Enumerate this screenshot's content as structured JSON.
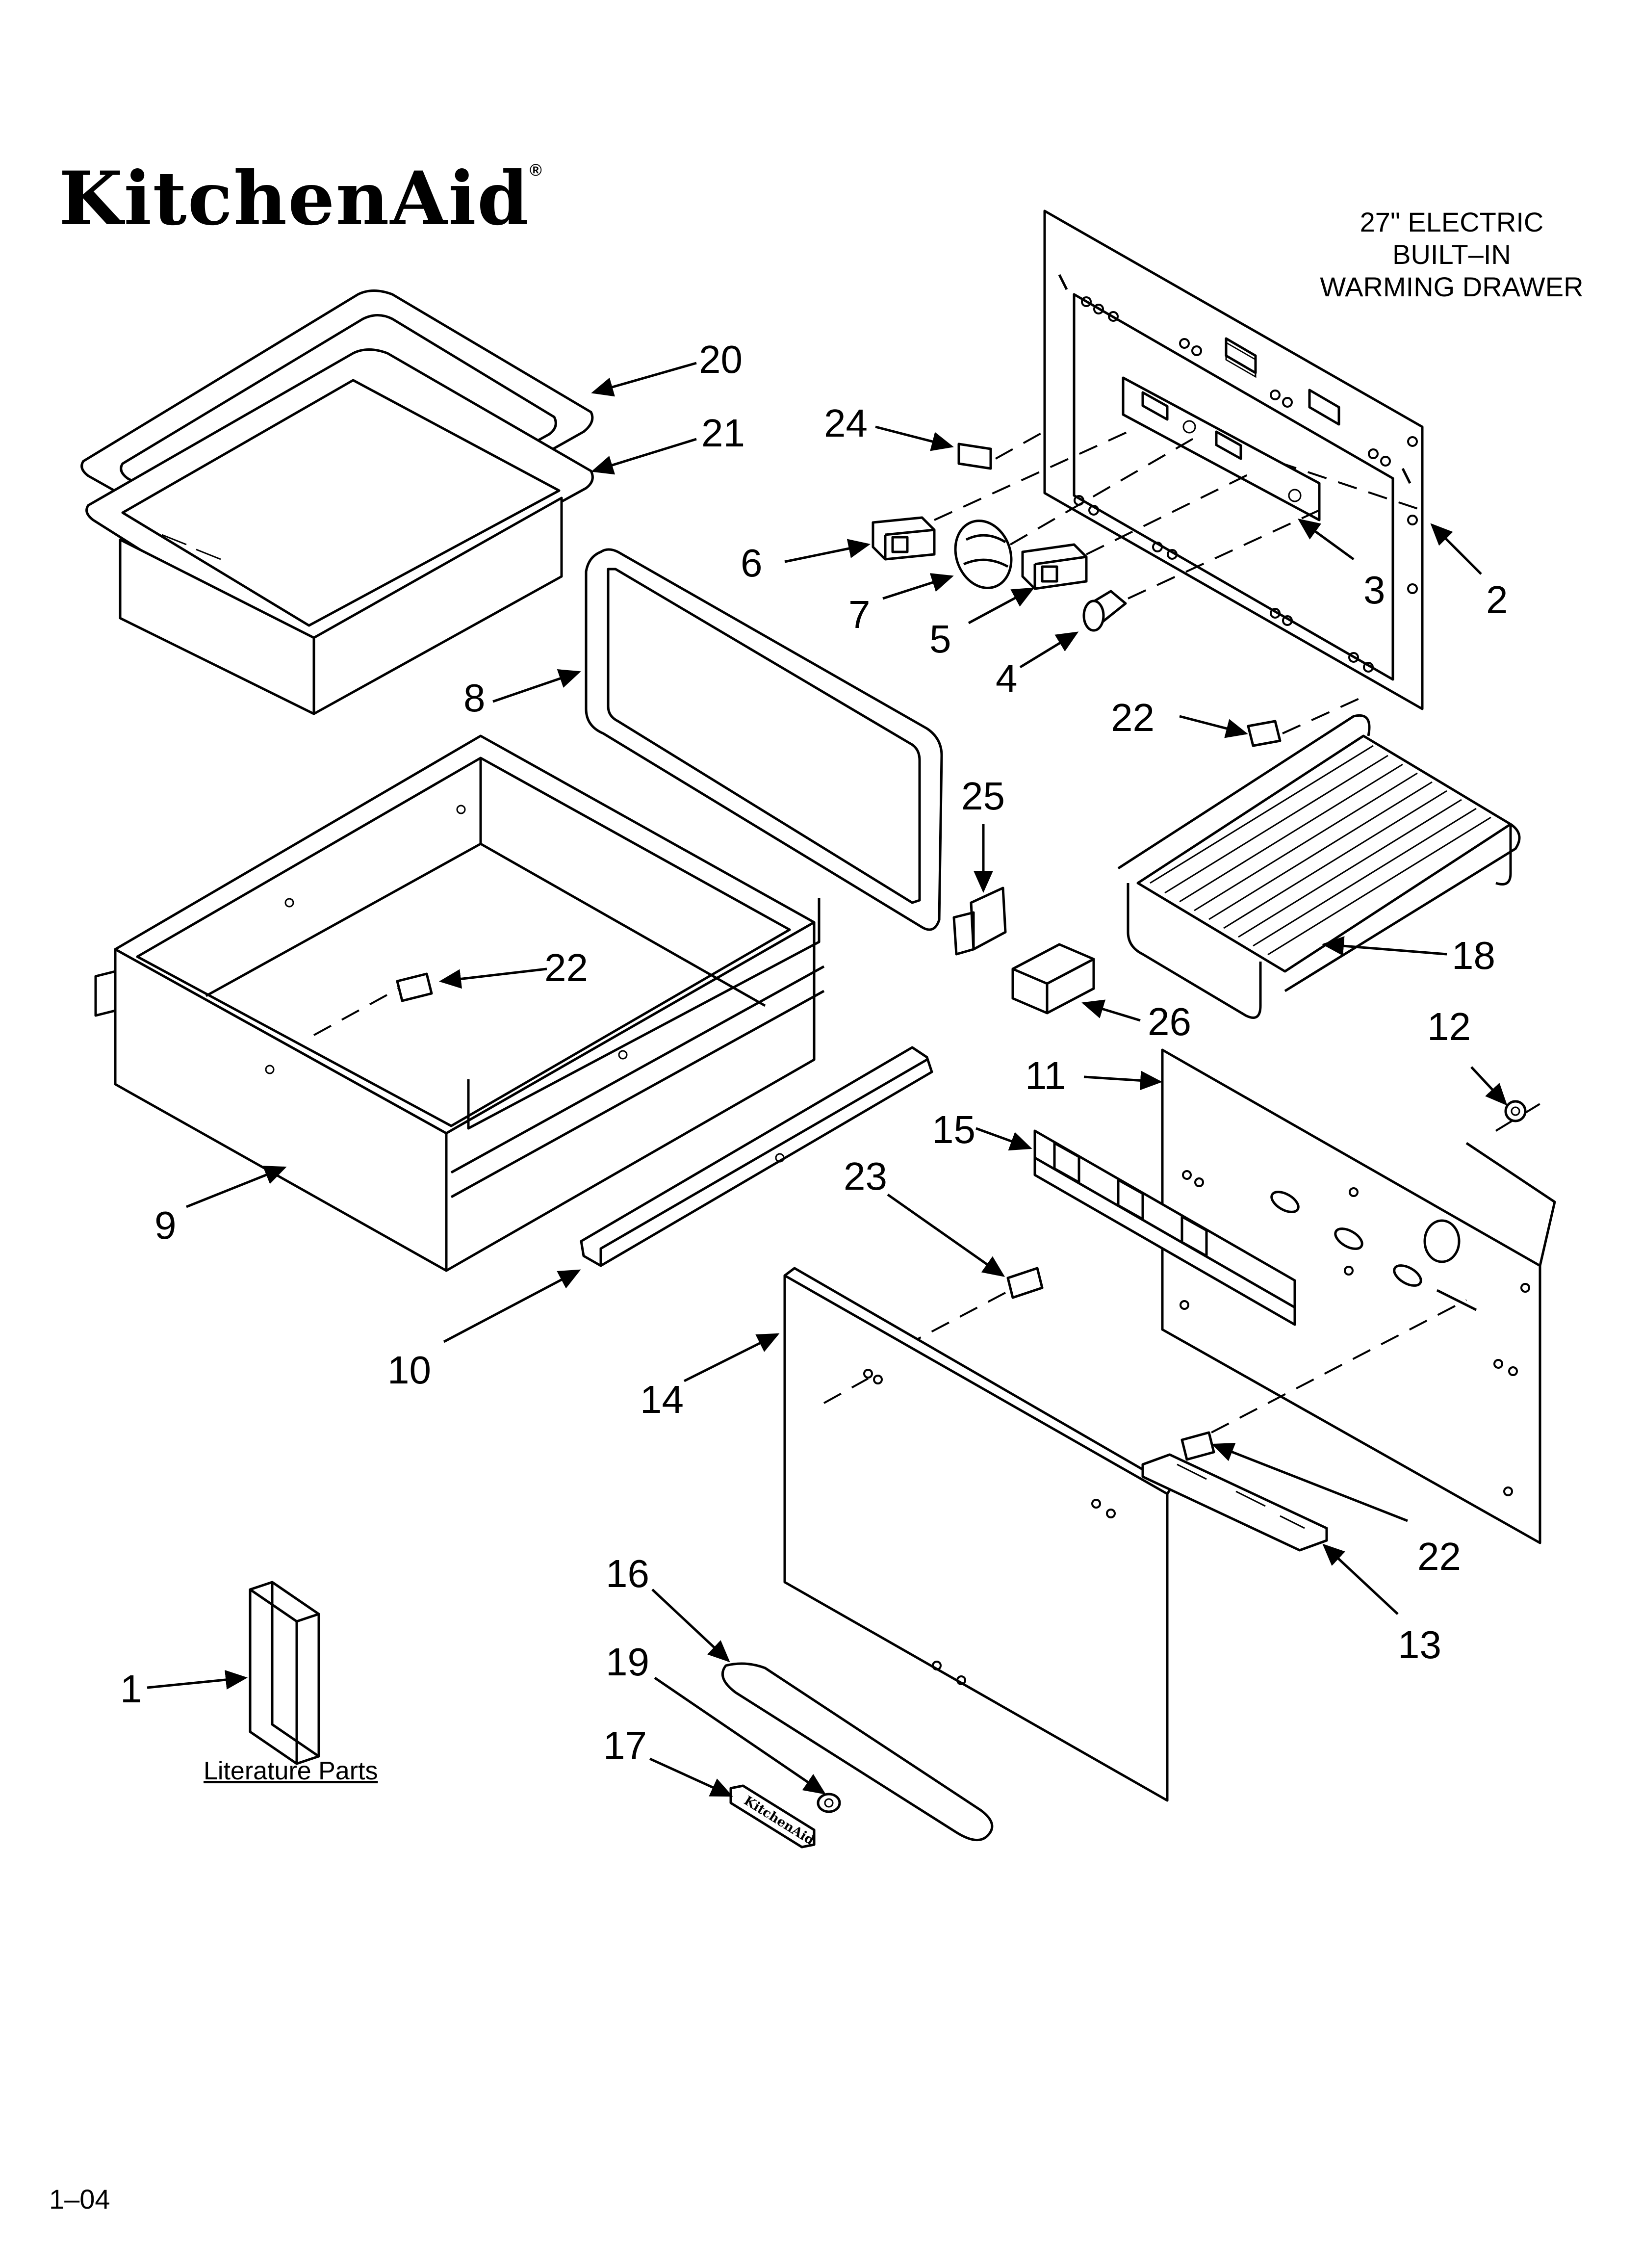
{
  "brand": {
    "name": "KitchenAid",
    "registered": "®"
  },
  "title": {
    "line1": "27\" ELECTRIC",
    "line2": "BUILT–IN",
    "line3": "WARMING DRAWER"
  },
  "literature_label": "Literature Parts",
  "footer_code": "1–04",
  "callouts": [
    "1",
    "2",
    "3",
    "4",
    "5",
    "6",
    "7",
    "8",
    "9",
    "10",
    "11",
    "12",
    "13",
    "14",
    "15",
    "16",
    "17",
    "18",
    "19",
    "20",
    "21",
    "22",
    "23",
    "24",
    "25",
    "26"
  ],
  "badge_text": "KitchenAid"
}
